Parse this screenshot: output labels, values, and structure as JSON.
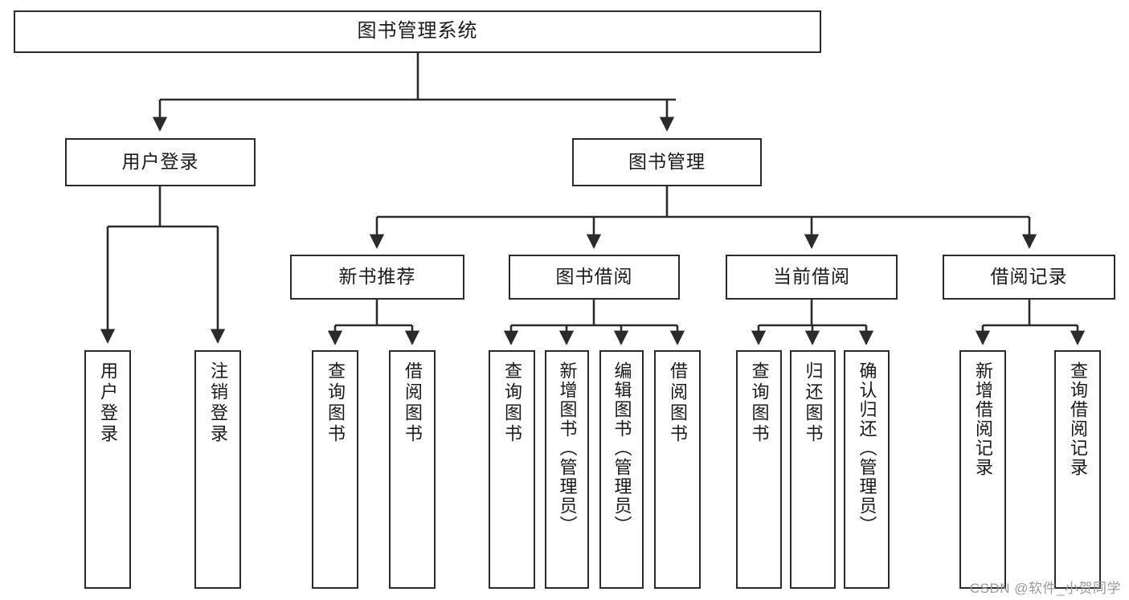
{
  "diagram": {
    "title": "图书管理系统",
    "type": "tree-hierarchy",
    "root": {
      "label": "图书管理系统"
    },
    "level1": [
      {
        "label": "用户登录"
      },
      {
        "label": "图书管理"
      }
    ],
    "level2": [
      {
        "label": "新书推荐",
        "parent": "图书管理"
      },
      {
        "label": "图书借阅",
        "parent": "图书管理"
      },
      {
        "label": "当前借阅",
        "parent": "图书管理"
      },
      {
        "label": "借阅记录",
        "parent": "图书管理"
      }
    ],
    "leaves": {
      "user_login": [
        {
          "label": "用户登录"
        },
        {
          "label": "注销登录"
        }
      ],
      "new_book_recommend": [
        {
          "label": "查询图书"
        },
        {
          "label": "借阅图书"
        }
      ],
      "book_borrow": [
        {
          "label": "查询图书"
        },
        {
          "label": "新增图书（管理员）"
        },
        {
          "label": "编辑图书（管理员）"
        },
        {
          "label": "借阅图书"
        }
      ],
      "current_borrow": [
        {
          "label": "查询图书"
        },
        {
          "label": "归还图书"
        },
        {
          "label": "确认归还（管理员）"
        }
      ],
      "borrow_record": [
        {
          "label": "新增借阅记录"
        },
        {
          "label": "查询借阅记录"
        }
      ]
    }
  },
  "watermark": {
    "text": "CSDN @软件_小贺同学"
  },
  "colors": {
    "stroke": "#2b2b2b",
    "background": "#ffffff",
    "text": "#1a1a1a",
    "watermark": "#9a9a9a"
  }
}
